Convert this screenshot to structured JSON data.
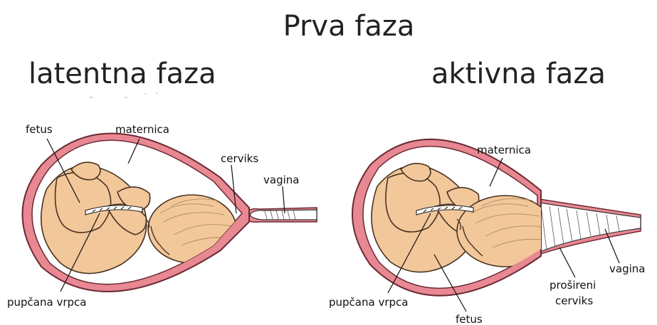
{
  "title": "Prva faza",
  "left": {
    "heading": "latentna faza",
    "labels": {
      "fetus": "fetus",
      "maternica": "maternica",
      "cerviks": "cerviks",
      "vagina": "vagina",
      "pupcana_vrpca": "pupčana vrpca"
    }
  },
  "right": {
    "heading": "aktivna faza",
    "labels": {
      "maternica": "maternica",
      "vagina": "vagina",
      "pupcana_vrpca": "pupčana vrpca",
      "fetus": "fetus",
      "prosireni": "prošireni",
      "cerviks": "cerviks"
    }
  }
}
